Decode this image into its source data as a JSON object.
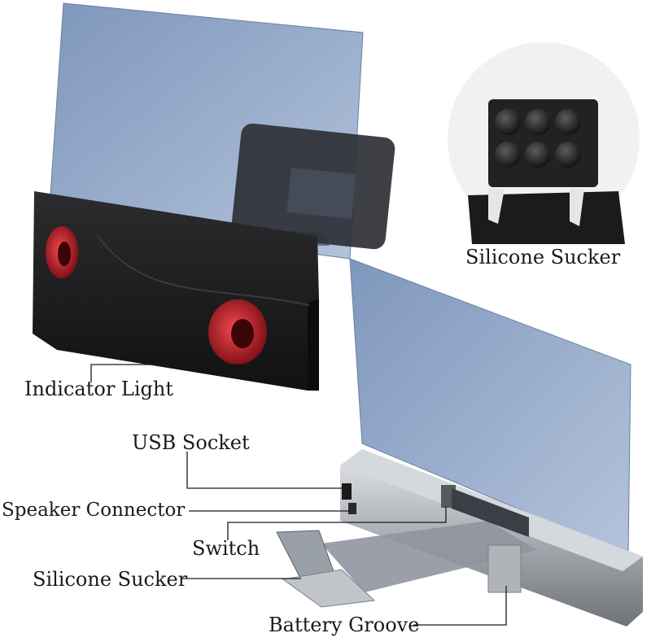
{
  "labels": {
    "silicone_sucker_top": "Silicone Sucker",
    "indicator_light": "Indicator Light",
    "usb_socket": "USB Socket",
    "speaker_connector": "Speaker Connector",
    "switch": "Switch",
    "silicone_sucker_bottom": "Silicone Sucker",
    "battery_groove": "Battery Groove"
  },
  "colors": {
    "screen_blue": "#9fb3cf",
    "body_black": "#1e1e20",
    "speaker_red": "#c0262c",
    "silver": "#c9ccd0",
    "line": "#1a1a1a"
  }
}
